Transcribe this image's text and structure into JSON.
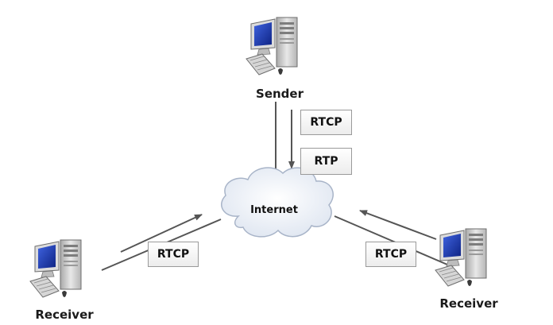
{
  "nodes": {
    "sender": {
      "label": "Sender"
    },
    "receiver_left": {
      "label": "Receiver"
    },
    "receiver_right": {
      "label": "Receiver"
    }
  },
  "cloud": {
    "label": "Internet"
  },
  "protocol_boxes": {
    "sender_rtcp": "RTCP",
    "sender_rtp": "RTP",
    "left_rtcp": "RTCP",
    "right_rtcp": "RTCP"
  },
  "colors": {
    "line": "#555555",
    "monitor_screen": "#1f3fb8",
    "case": "#c9c9c9",
    "cloud_fill": "#eef2f8",
    "cloud_stroke": "#a8b4c8"
  }
}
